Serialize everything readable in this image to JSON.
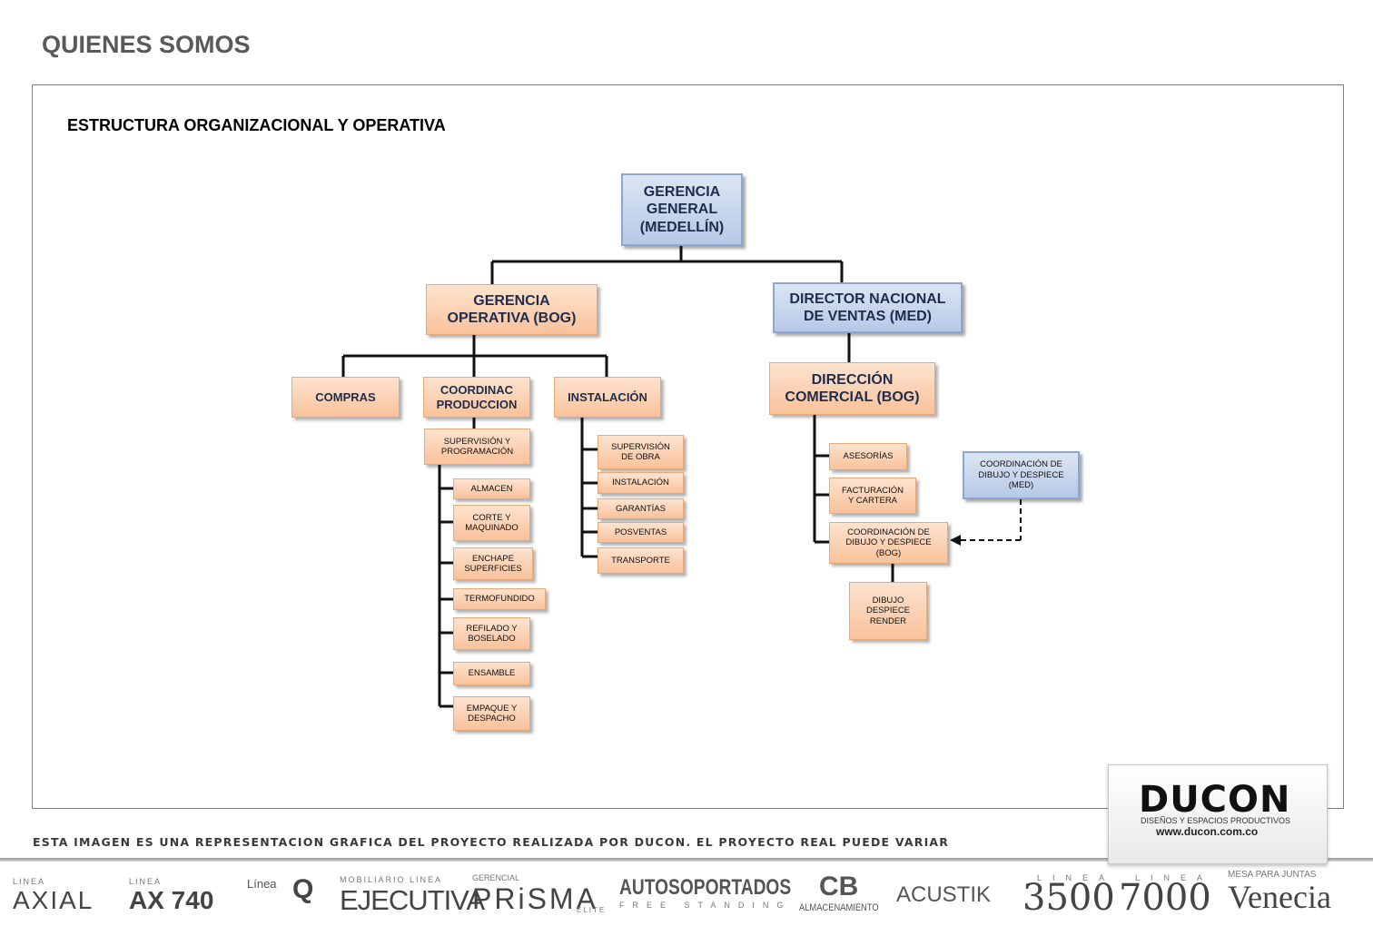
{
  "page_title": "QUIENES SOMOS",
  "subtitle": "ESTRUCTURA ORGANIZACIONAL Y OPERATIVA",
  "org": {
    "gerencia_general": "GERENCIA\nGENERAL\n(MEDELLÍN)",
    "gerencia_operativa": "GERENCIA\nOPERATIVA (BOG)",
    "director_ventas": "DIRECTOR NACIONAL\nDE VENTAS (MED)",
    "compras": "COMPRAS",
    "coordinac_produccion": "COORDINAC\nPRODUCCION",
    "instalacion": "INSTALACIÓN",
    "direccion_comercial": "DIRECCIÓN\nCOMERCIAL (BOG)",
    "supervision_programacion": "SUPERVISIÓN Y\nPROGRAMACIÓN",
    "produccion_items": [
      "ALMACEN",
      "CORTE Y\nMAQUINADO",
      "ENCHAPE\nSUPERFICIES",
      "TERMOFUNDIDO",
      "REFILADO Y\nBOSELADO",
      "ENSAMBLE",
      "EMPAQUE Y\nDESPACHO"
    ],
    "instalacion_items": [
      "SUPERVISIÓN\nDE OBRA",
      "INSTALACIÓN",
      "GARANTÍAS",
      "POSVENTAS",
      "TRANSPORTE"
    ],
    "comercial_items": [
      "ASESORÍAS",
      "FACTURACIÓN\nY CARTERA",
      "COORDINACIÓN DE\nDIBUJO Y DESPIECE\n(BOG)"
    ],
    "dibujo_render": "DIBUJO\nDESPIECE\nRENDER",
    "coordinacion_med": "COORDINACIÓN DE\nDIBUJO Y DESPIECE\n(MED)"
  },
  "disclaimer": "ESTA IMAGEN ES UNA REPRESENTACION GRAFICA DEL PROYECTO REALIZADA POR DUCON. EL PROYECTO REAL PUEDE VARIAR",
  "brand": {
    "name": "DUCON",
    "tagline": "DISEÑOS Y ESPACIOS PRODUCTIVOS",
    "url": "www.ducon.com.co"
  },
  "product_lines": [
    {
      "prefix": "LINEA",
      "name": "AXIAL"
    },
    {
      "prefix": "LINEA",
      "name": "AX 740"
    },
    {
      "prefix": "Línea",
      "name": "Q"
    },
    {
      "prefix": "MOBILIARIO LINEA",
      "name": "EJECUTIVA"
    },
    {
      "prefix": "GERENCIAL",
      "name": "PRiSMA",
      "suffix": "ELITE"
    },
    {
      "prefix": "",
      "name": "AUTOSOPORTADOS",
      "suffix": "FREE STANDING"
    },
    {
      "prefix": "",
      "name": "CB",
      "suffix": "ALMACENAMIENTO"
    },
    {
      "prefix": "",
      "name": "ACUSTIK"
    },
    {
      "prefix": "LINEA",
      "name": "3500"
    },
    {
      "prefix": "LINEA",
      "name": "7000"
    },
    {
      "prefix": "MESA PARA JUNTAS",
      "name": "Venecia"
    }
  ],
  "colors": {
    "blue_box": "#b7c9e6",
    "orange_box": "#f9c29b",
    "text_dark_blue": "#1f2d4d",
    "title_gray": "#595959"
  }
}
